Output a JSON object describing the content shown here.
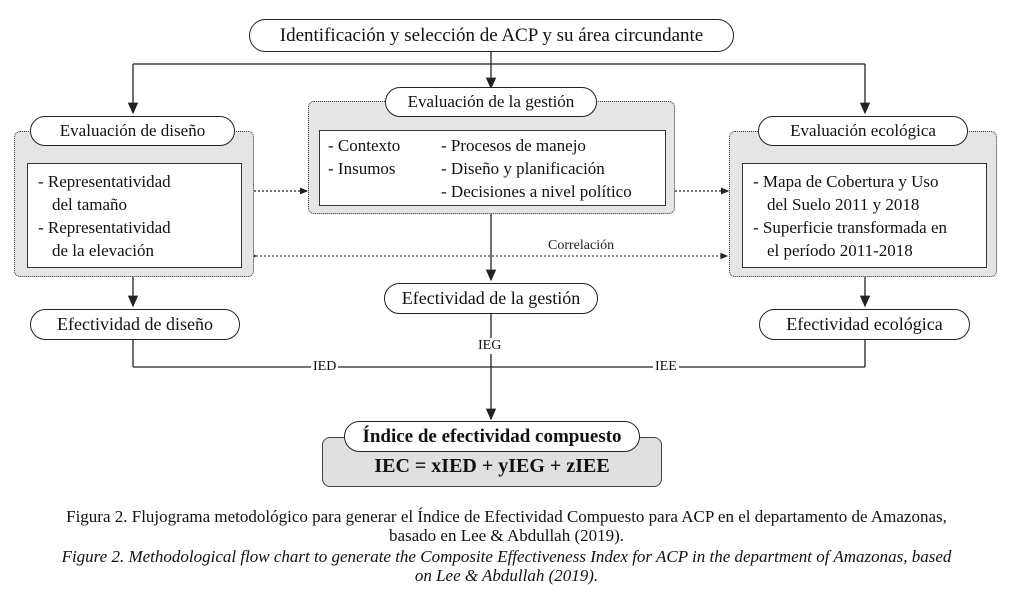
{
  "top": {
    "label": "Identificación y selección de ACP  y su área circundante"
  },
  "design": {
    "header": "Evaluación de diseño",
    "items": [
      "- Representatividad",
      "del tamaño",
      "- Representatividad",
      "de la elevación"
    ],
    "output": "Efectividad de diseño",
    "tag": "IED"
  },
  "management": {
    "header": "Evaluación de la gestión",
    "col1": [
      "- Contexto",
      "- Insumos"
    ],
    "col2": [
      "- Procesos de manejo",
      "- Diseño y planificación",
      "- Decisiones a nivel político"
    ],
    "output": "Efectividad de la gestión",
    "tag": "IEG"
  },
  "ecology": {
    "header": "Evaluación ecológica",
    "items": [
      "- Mapa de Cobertura y Uso",
      "del Suelo 2011 y 2018",
      "- Superficie transformada en",
      "el período 2011-2018"
    ],
    "output": "Efectividad ecológica",
    "tag": "IEE"
  },
  "correlation": "Correlación",
  "final": {
    "title": "Índice de efectividad compuesto",
    "formula": "IEC = xIED + yIEG  + zIEE"
  },
  "caption": {
    "es_line1": "Figura 2. Flujograma metodológico para generar el Índice de Efectividad Compuesto para ACP en el departamento de Amazonas,",
    "es_line2": "basado en Lee & Abdullah (2019).",
    "en_line1": "Figure 2. Methodological flow chart to generate the Composite Effectiveness Index for ACP in the department of Amazonas, based",
    "en_line2": "on Lee & Abdullah (2019)."
  }
}
